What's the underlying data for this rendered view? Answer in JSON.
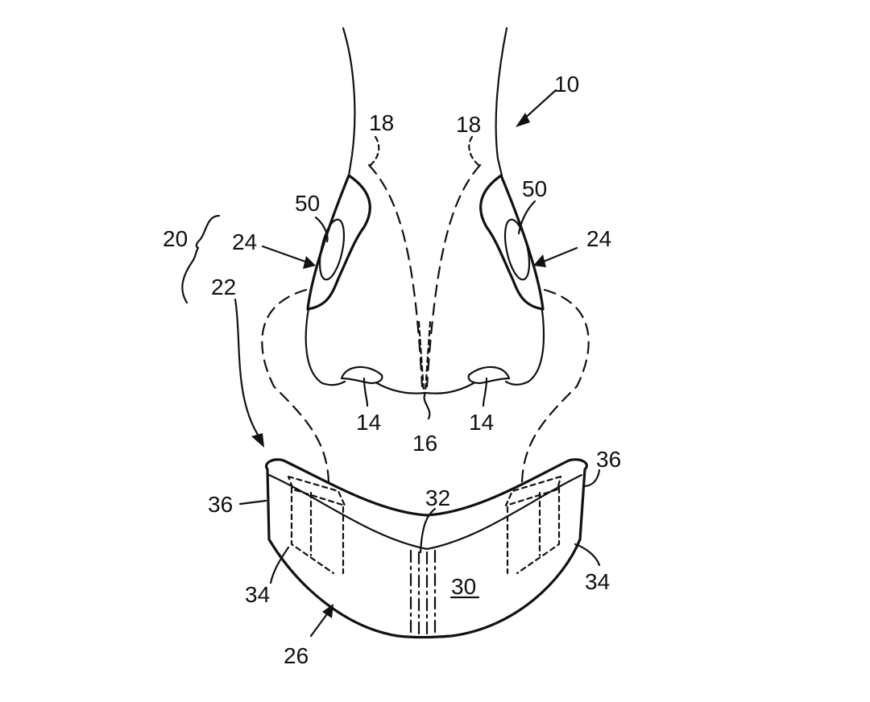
{
  "labels": {
    "nose_assembly": "10",
    "left_sidewall_line": "18",
    "right_sidewall_line": "18",
    "device_group": "20",
    "attachment_path": "22",
    "left_pad": "24",
    "right_pad": "24",
    "left_pad_window": "50",
    "right_pad_window": "50",
    "left_nostril": "14",
    "right_nostril": "14",
    "septum": "16",
    "band_center": "32",
    "band_body": "30",
    "left_end": "36",
    "right_end": "36",
    "left_wing": "34",
    "right_wing": "34",
    "band_edge": "26"
  }
}
